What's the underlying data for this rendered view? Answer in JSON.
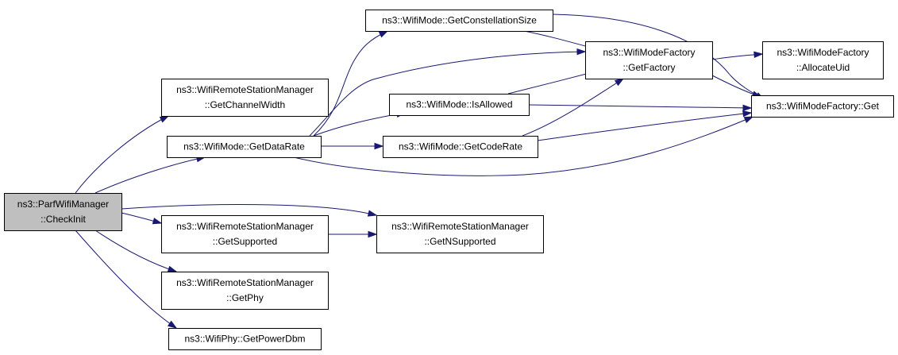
{
  "graph": {
    "type": "call-graph",
    "colors": {
      "edge": "#191970",
      "root_fill": "#bfbfbf",
      "node_fill": "#ffffff",
      "border": "#000000"
    },
    "nodes": [
      {
        "id": "checkinit",
        "lines": [
          "ns3::ParfWifiManager",
          "::CheckInit"
        ],
        "root": true
      },
      {
        "id": "getchannelwidth",
        "lines": [
          "ns3::WifiRemoteStationManager",
          "::GetChannelWidth"
        ]
      },
      {
        "id": "getdatarate",
        "lines": [
          "ns3::WifiMode::GetDataRate"
        ]
      },
      {
        "id": "getsupported",
        "lines": [
          "ns3::WifiRemoteStationManager",
          "::GetSupported"
        ]
      },
      {
        "id": "getphy",
        "lines": [
          "ns3::WifiRemoteStationManager",
          "::GetPhy"
        ]
      },
      {
        "id": "getpowerdbm",
        "lines": [
          "ns3::WifiPhy::GetPowerDbm"
        ]
      },
      {
        "id": "getconstellationsize",
        "lines": [
          "ns3::WifiMode::GetConstellationSize"
        ]
      },
      {
        "id": "isallowed",
        "lines": [
          "ns3::WifiMode::IsAllowed"
        ]
      },
      {
        "id": "getcoderate",
        "lines": [
          "ns3::WifiMode::GetCodeRate"
        ]
      },
      {
        "id": "getnsupported",
        "lines": [
          "ns3::WifiRemoteStationManager",
          "::GetNSupported"
        ]
      },
      {
        "id": "getfactory",
        "lines": [
          "ns3::WifiModeFactory",
          "::GetFactory"
        ]
      },
      {
        "id": "allocateuid",
        "lines": [
          "ns3::WifiModeFactory",
          "::AllocateUid"
        ]
      },
      {
        "id": "factoryget",
        "lines": [
          "ns3::WifiModeFactory::Get"
        ]
      }
    ],
    "edges": [
      {
        "from": "checkinit",
        "to": "getchannelwidth"
      },
      {
        "from": "checkinit",
        "to": "getdatarate"
      },
      {
        "from": "checkinit",
        "to": "getnsupported"
      },
      {
        "from": "checkinit",
        "to": "getsupported"
      },
      {
        "from": "checkinit",
        "to": "getphy"
      },
      {
        "from": "checkinit",
        "to": "getpowerdbm"
      },
      {
        "from": "getdatarate",
        "to": "getconstellationsize"
      },
      {
        "from": "getdatarate",
        "to": "getfactory"
      },
      {
        "from": "getdatarate",
        "to": "isallowed"
      },
      {
        "from": "getdatarate",
        "to": "getcoderate"
      },
      {
        "from": "getdatarate",
        "to": "factoryget"
      },
      {
        "from": "getsupported",
        "to": "getnsupported"
      },
      {
        "from": "getconstellationsize",
        "to": "getfactory"
      },
      {
        "from": "getconstellationsize",
        "to": "factoryget"
      },
      {
        "from": "isallowed",
        "to": "getfactory"
      },
      {
        "from": "isallowed",
        "to": "factoryget"
      },
      {
        "from": "getcoderate",
        "to": "getfactory"
      },
      {
        "from": "getcoderate",
        "to": "factoryget"
      },
      {
        "from": "getfactory",
        "to": "allocateuid"
      },
      {
        "from": "getfactory",
        "to": "factoryget"
      }
    ]
  }
}
